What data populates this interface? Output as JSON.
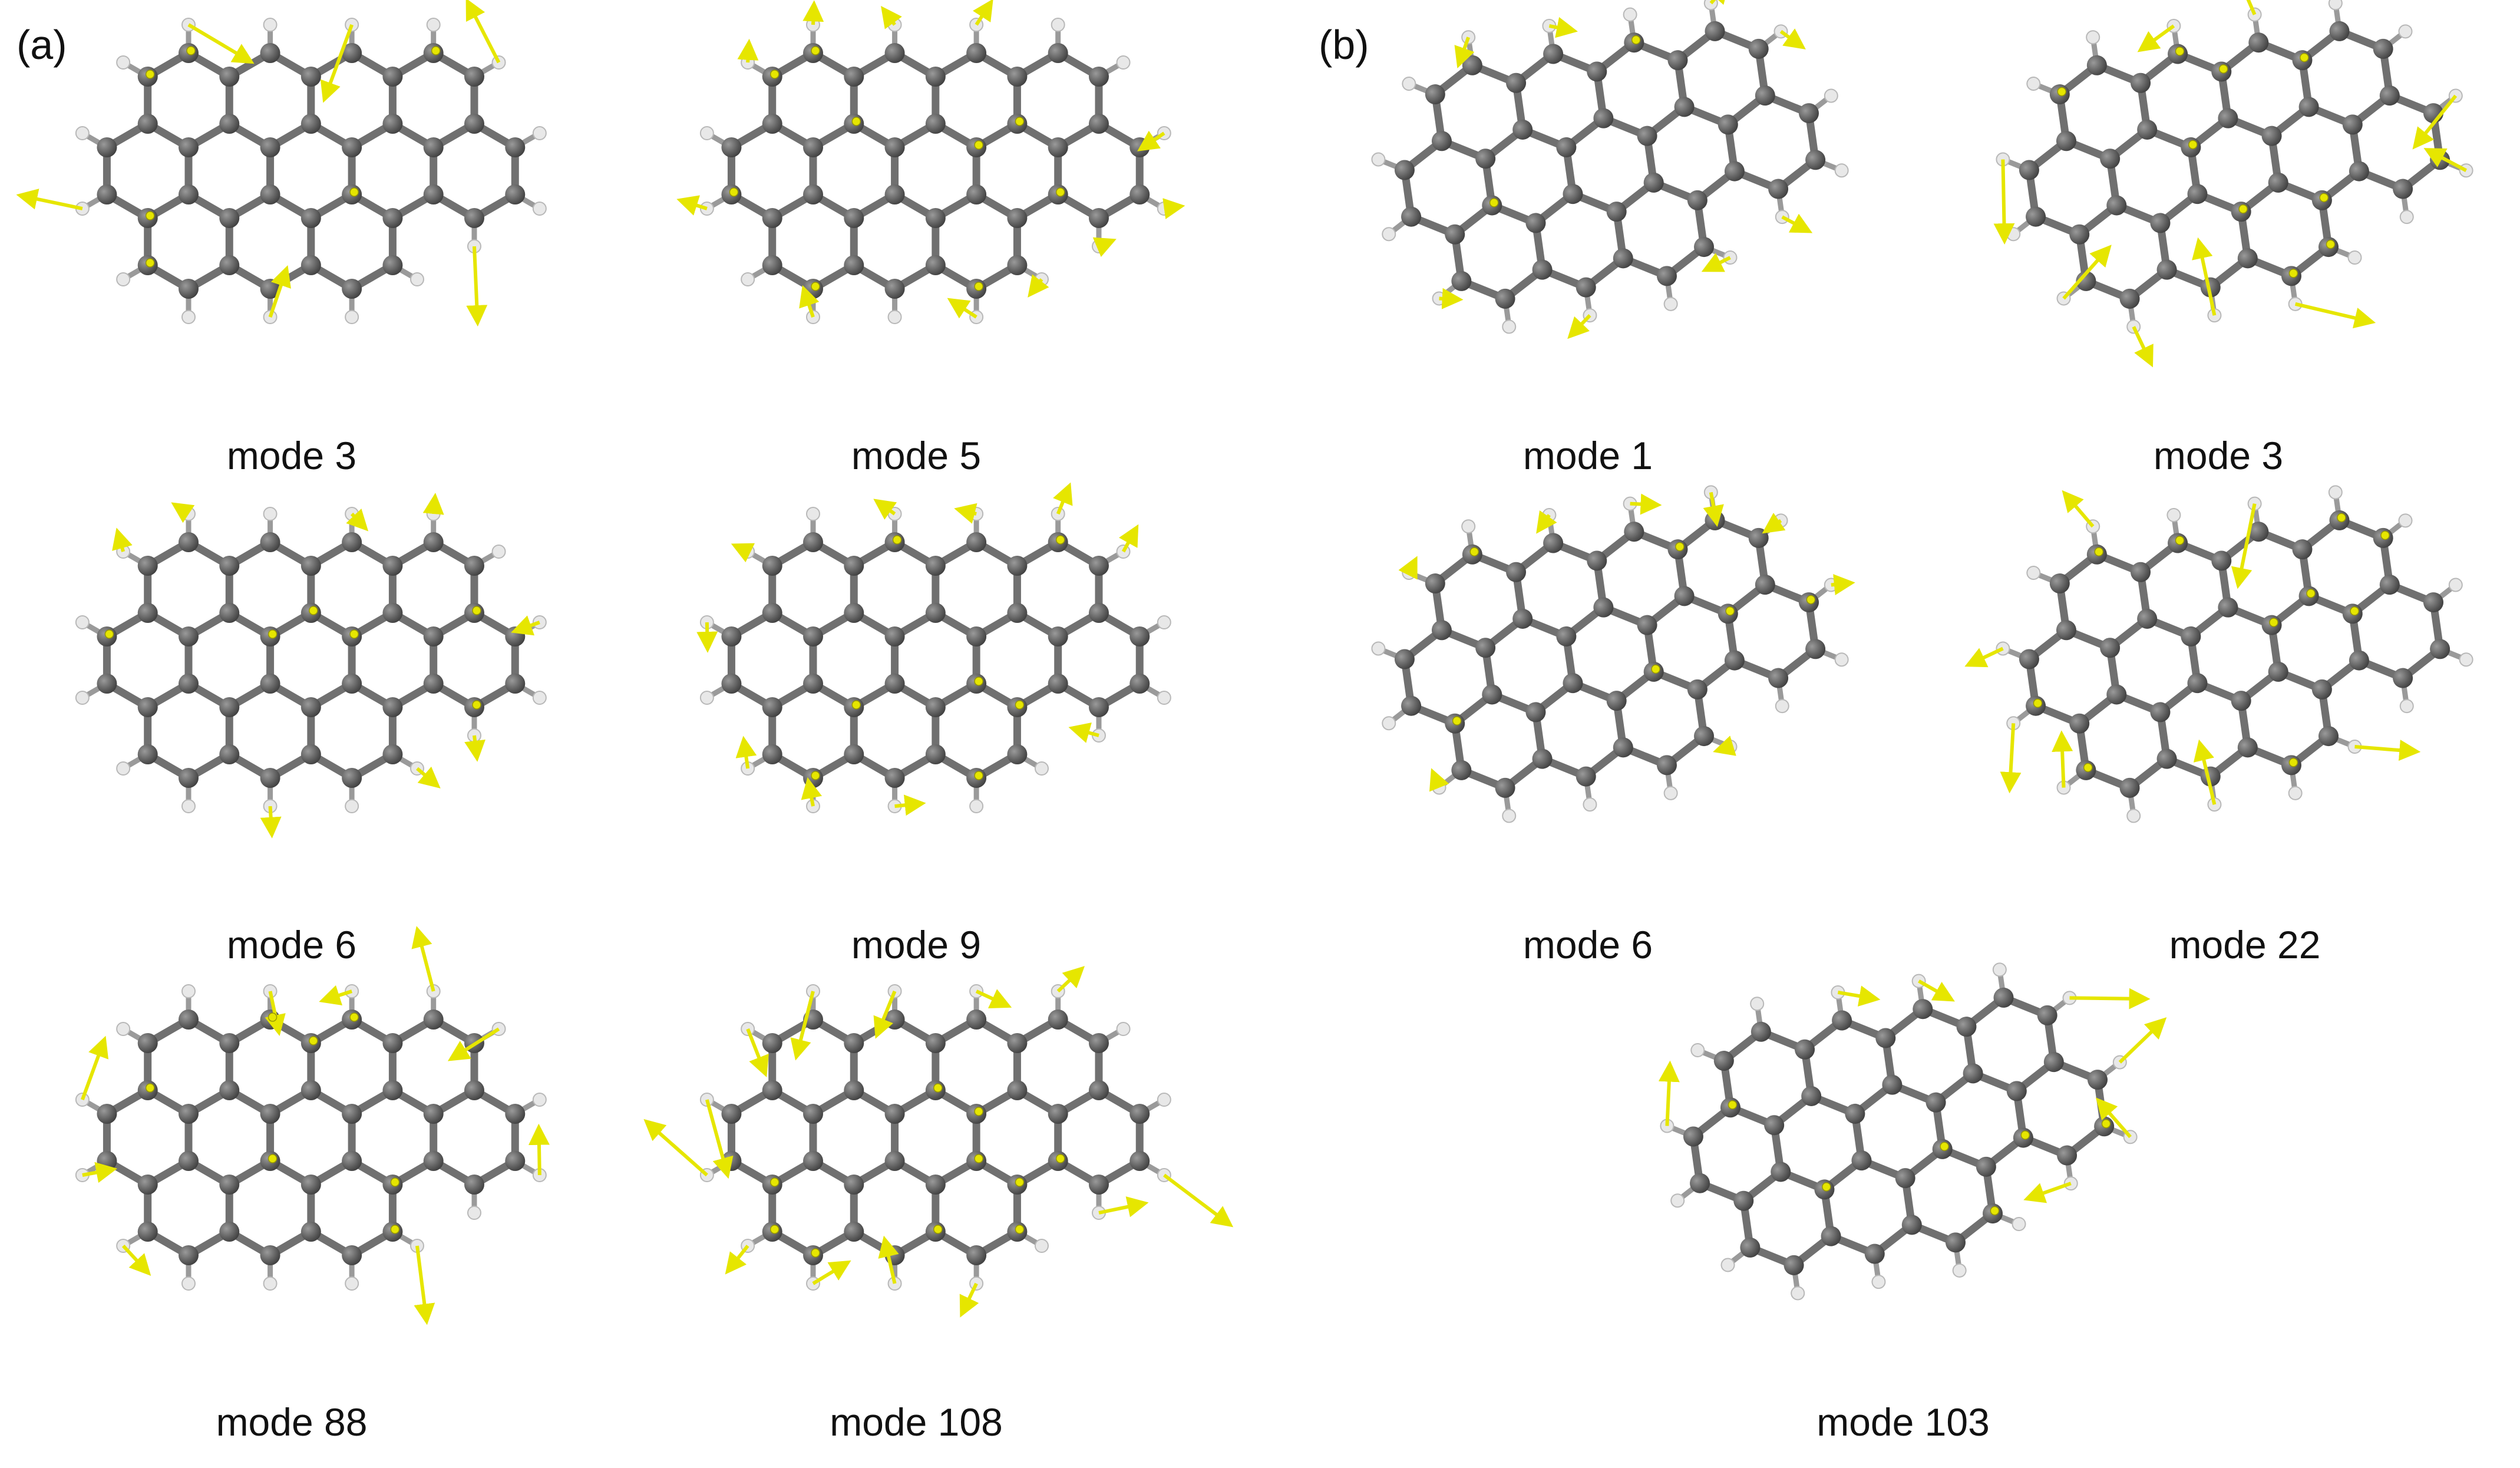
{
  "panels": [
    {
      "label": "(a)",
      "modes": [
        "mode 3",
        "mode 5",
        "mode 6",
        "mode 9",
        "mode 88",
        "mode 108"
      ]
    },
    {
      "label": "(b)",
      "modes": [
        "mode 1",
        "mode 3",
        "mode 6",
        "mode 22",
        "mode 103"
      ]
    }
  ],
  "colors": {
    "carbon": "#6b6b6b",
    "carbon_dark": "#3f3f3f",
    "hydrogen": "#e8e8e8",
    "bond": "#707070",
    "arrow": "#e6e600",
    "arrow_edge": "#9a9a00",
    "text": "#111111"
  }
}
